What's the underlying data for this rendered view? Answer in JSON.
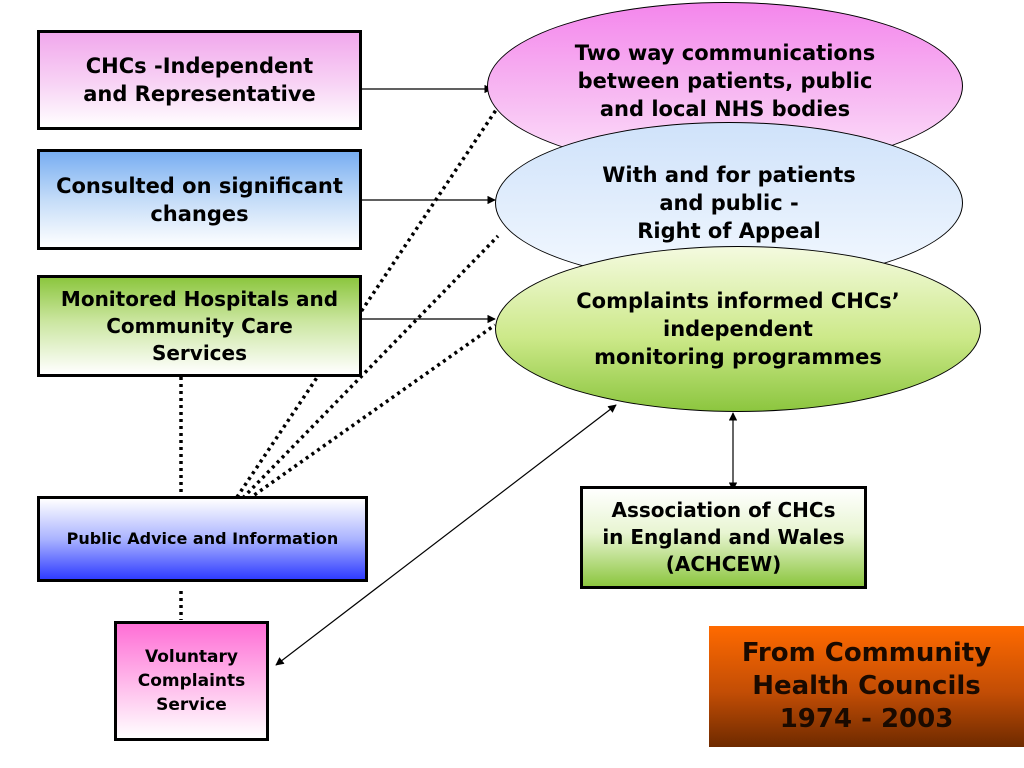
{
  "boxes": {
    "independent": "CHCs -Independent\nand Representative",
    "consulted": "Consulted on significant\nchanges",
    "monitored": "Monitored Hospitals and\nCommunity Care\nServices",
    "advice": "Public Advice and Information",
    "voluntary": "Voluntary\nComplaints\nService",
    "association": "Association of CHCs\nin England and Wales\n(ACHCEW)"
  },
  "ellipses": {
    "communications": "Two way communications\nbetween patients, public\nand local NHS bodies",
    "appeal": "With and for patients\nand public -\nRight of Appeal",
    "complaints": "Complaints informed CHCs’\nindependent\nmonitoring programmes"
  },
  "title": "From Community\nHealth Councils\n1974 - 2003",
  "colors": {
    "pink": "#f4b6f0",
    "blue": "#7fb2f2",
    "green": "#8cc63f",
    "royal_blue": "#2f3cff",
    "magenta": "#ff6fd6",
    "title_orange": "#ff6a00",
    "title_brown": "#7a2e00"
  }
}
